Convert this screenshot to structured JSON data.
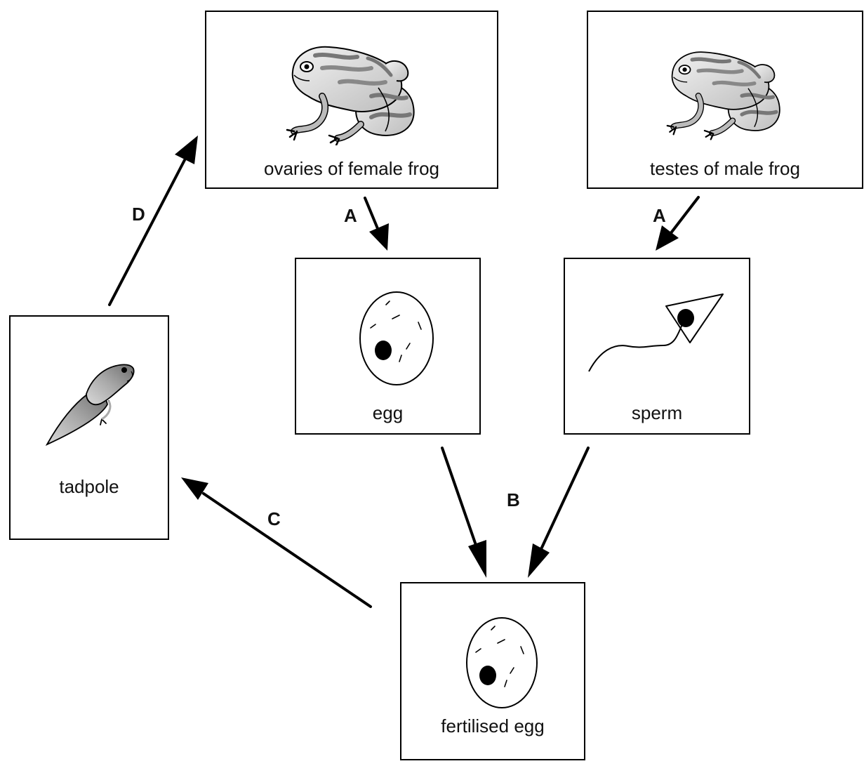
{
  "stages": {
    "female": {
      "caption": "ovaries of female frog"
    },
    "male": {
      "caption": "testes of male frog"
    },
    "egg": {
      "caption": "egg"
    },
    "sperm": {
      "caption": "sperm"
    },
    "tadpole": {
      "caption": "tadpole"
    },
    "fertilised": {
      "caption": "fertilised egg"
    }
  },
  "process_labels": {
    "a_left": "A",
    "a_right": "A",
    "b": "B",
    "c": "C",
    "d": "D"
  }
}
